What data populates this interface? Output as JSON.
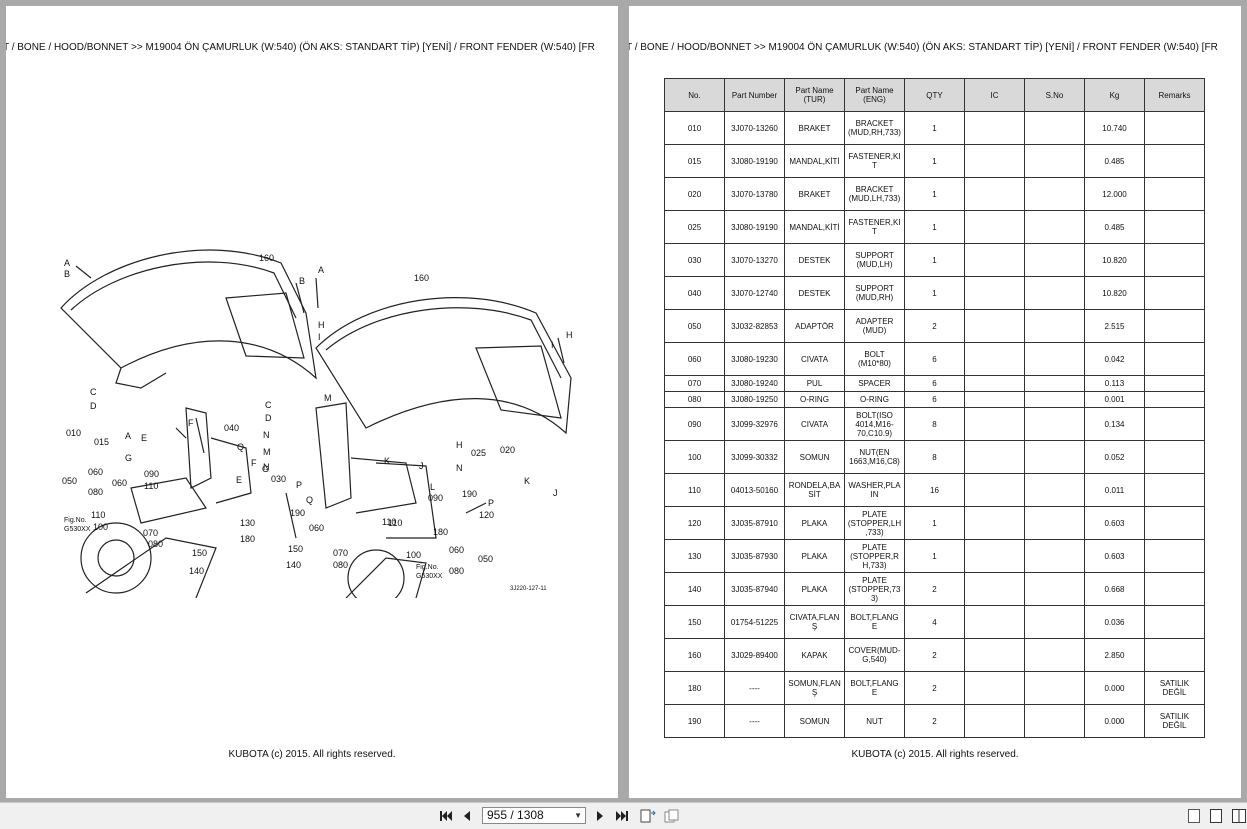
{
  "document": {
    "breadcrumb": "T / BONE / HOOD/BONNET >> M19004   ÖN ÇAMURLUK (W:540) (ÖN AKS: STANDART TİP) [YENİ] / FRONT FENDER (W:540) [FR",
    "footer": "KUBOTA (c) 2015. All rights reserved."
  },
  "diagram": {
    "labels": [
      "160",
      "160",
      "A",
      "B",
      "A",
      "B",
      "H",
      "I",
      "I",
      "H",
      "C",
      "D",
      "C",
      "D",
      "M",
      "N",
      "M",
      "N",
      "010",
      "015",
      "A",
      "G",
      "E",
      "F",
      "040",
      "Q",
      "F",
      "G",
      "E",
      "060",
      "080",
      "050",
      "090",
      "110",
      "060",
      "110",
      "100",
      "Fig.No.",
      "G530XX",
      "070",
      "080",
      "150",
      "140",
      "130",
      "180",
      "190",
      "030",
      "P",
      "Q",
      "060",
      "070",
      "080",
      "150",
      "140",
      "110",
      "100",
      "K",
      "L",
      "J",
      "K",
      "J",
      "090",
      "190",
      "P",
      "120",
      "180",
      "H",
      "N",
      "025",
      "020",
      "060",
      "080",
      "050",
      "Fig.No.",
      "G530XX",
      "110",
      "3J220-127-11"
    ]
  },
  "table": {
    "headers": [
      "No.",
      "Part Number",
      "Part Name (TUR)",
      "Part Name (ENG)",
      "QTY",
      "IC",
      "S.No",
      "Kg",
      "Remarks"
    ],
    "rows": [
      [
        "010",
        "3J070-13260",
        "BRAKET",
        "BRACKET (MUD,RH,733)",
        "1",
        "",
        "",
        "10.740",
        ""
      ],
      [
        "015",
        "3J080-19190",
        "MANDAL,KİTİ",
        "FASTENER,KI T",
        "1",
        "",
        "",
        "0.485",
        ""
      ],
      [
        "020",
        "3J070-13780",
        "BRAKET",
        "BRACKET (MUD,LH,733)",
        "1",
        "",
        "",
        "12.000",
        ""
      ],
      [
        "025",
        "3J080-19190",
        "MANDAL,KİTİ",
        "FASTENER,KI T",
        "1",
        "",
        "",
        "0.485",
        ""
      ],
      [
        "030",
        "3J070-13270",
        "DESTEK",
        "SUPPORT (MUD,LH)",
        "1",
        "",
        "",
        "10.820",
        ""
      ],
      [
        "040",
        "3J070-12740",
        "DESTEK",
        "SUPPORT (MUD,RH)",
        "1",
        "",
        "",
        "10.820",
        ""
      ],
      [
        "050",
        "3J032-82853",
        "ADAPTÖR",
        "ADAPTER (MUD)",
        "2",
        "",
        "",
        "2.515",
        ""
      ],
      [
        "060",
        "3J080-19230",
        "CIVATA",
        "BOLT (M10*80)",
        "6",
        "",
        "",
        "0.042",
        ""
      ],
      [
        "070",
        "3J080-19240",
        "PUL",
        "SPACER",
        "6",
        "",
        "",
        "0.113",
        ""
      ],
      [
        "080",
        "3J080-19250",
        "O-RING",
        "O-RING",
        "6",
        "",
        "",
        "0.001",
        ""
      ],
      [
        "090",
        "3J099-32976",
        "CIVATA",
        "BOLT(ISO 4014,M16-70,C10.9)",
        "8",
        "",
        "",
        "0.134",
        ""
      ],
      [
        "100",
        "3J099-30332",
        "SOMUN",
        "NUT(EN 1663,M16,C8)",
        "8",
        "",
        "",
        "0.052",
        ""
      ],
      [
        "110",
        "04013-50160",
        "RONDELA,BA SİT",
        "WASHER,PLA IN",
        "16",
        "",
        "",
        "0.011",
        ""
      ],
      [
        "120",
        "3J035-87910",
        "PLAKA",
        "PLATE (STOPPER,LH ,733)",
        "1",
        "",
        "",
        "0.603",
        ""
      ],
      [
        "130",
        "3J035-87930",
        "PLAKA",
        "PLATE (STOPPER,R H,733)",
        "1",
        "",
        "",
        "0.603",
        ""
      ],
      [
        "140",
        "3J035-87940",
        "PLAKA",
        "PLATE (STOPPER,73 3)",
        "2",
        "",
        "",
        "0.668",
        ""
      ],
      [
        "150",
        "01754-51225",
        "CIVATA,FLAN Ş",
        "BOLT,FLANG E",
        "4",
        "",
        "",
        "0.036",
        ""
      ],
      [
        "160",
        "3J029-89400",
        "KAPAK",
        "COVER(MUD-G,540)",
        "2",
        "",
        "",
        "2.850",
        ""
      ],
      [
        "180",
        "----",
        "SOMUN,FLAN Ş",
        "BOLT,FLANG E",
        "2",
        "",
        "",
        "0.000",
        "SATILIK DEĞİL"
      ],
      [
        "190",
        "----",
        "SOMUN",
        "NUT",
        "2",
        "",
        "",
        "0.000",
        "SATILIK DEĞİL"
      ]
    ]
  },
  "toolbar": {
    "page_indicator": "955 / 1308",
    "icons": [
      "first-page-icon",
      "prev-page-icon",
      "next-page-icon",
      "last-page-icon",
      "fit-page-icon",
      "fit-width-icon",
      "single-page-view-icon",
      "continuous-view-icon",
      "two-page-view-icon"
    ]
  }
}
